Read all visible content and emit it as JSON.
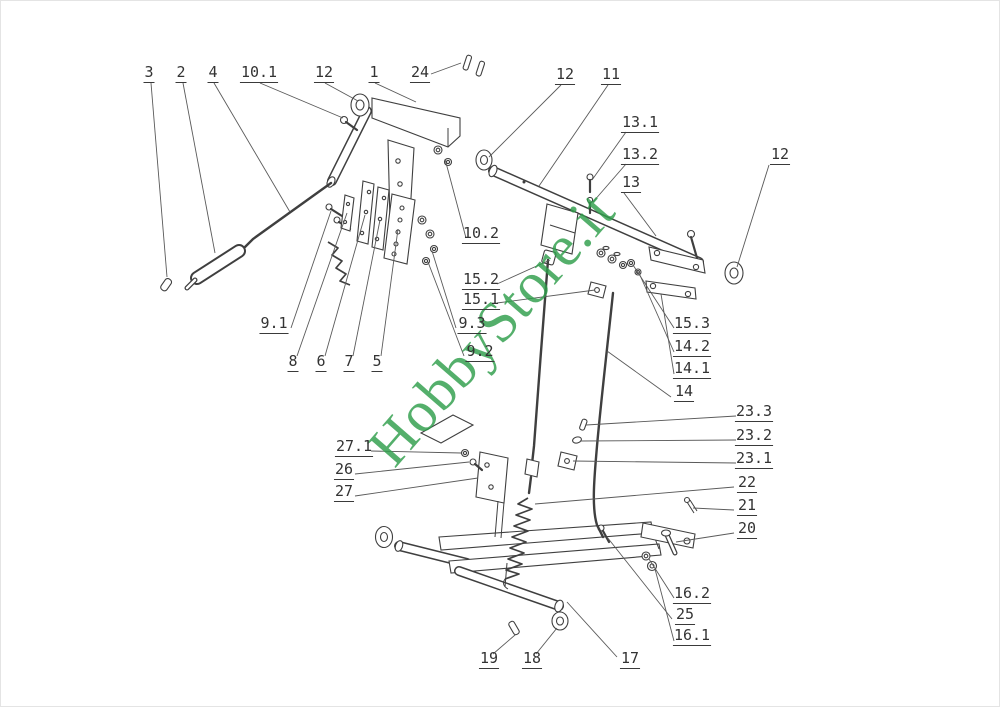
{
  "watermark": {
    "text": "HobbyStore.it",
    "color": "#2f9e4b"
  },
  "diagram": {
    "kind": "exploded-parts-diagram",
    "labels": [
      {
        "text": "3"
      },
      {
        "text": "2"
      },
      {
        "text": "4"
      },
      {
        "text": "10.1"
      },
      {
        "text": "12"
      },
      {
        "text": "1"
      },
      {
        "text": "24"
      },
      {
        "text": "12"
      },
      {
        "text": "11"
      },
      {
        "text": "13.1"
      },
      {
        "text": "13.2"
      },
      {
        "text": "13"
      },
      {
        "text": "12"
      },
      {
        "text": "10.2"
      },
      {
        "text": "15.2"
      },
      {
        "text": "15.1"
      },
      {
        "text": "9.3"
      },
      {
        "text": "9.2"
      },
      {
        "text": "9.1"
      },
      {
        "text": "8"
      },
      {
        "text": "6"
      },
      {
        "text": "7"
      },
      {
        "text": "5"
      },
      {
        "text": "15.3"
      },
      {
        "text": "14.2"
      },
      {
        "text": "14.1"
      },
      {
        "text": "14"
      },
      {
        "text": "23.3"
      },
      {
        "text": "23.2"
      },
      {
        "text": "23.1"
      },
      {
        "text": "22"
      },
      {
        "text": "21"
      },
      {
        "text": "20"
      },
      {
        "text": "27.1"
      },
      {
        "text": "26"
      },
      {
        "text": "27"
      },
      {
        "text": "16.2"
      },
      {
        "text": "25"
      },
      {
        "text": "16.1"
      },
      {
        "text": "17"
      },
      {
        "text": "18"
      },
      {
        "text": "19"
      }
    ]
  }
}
